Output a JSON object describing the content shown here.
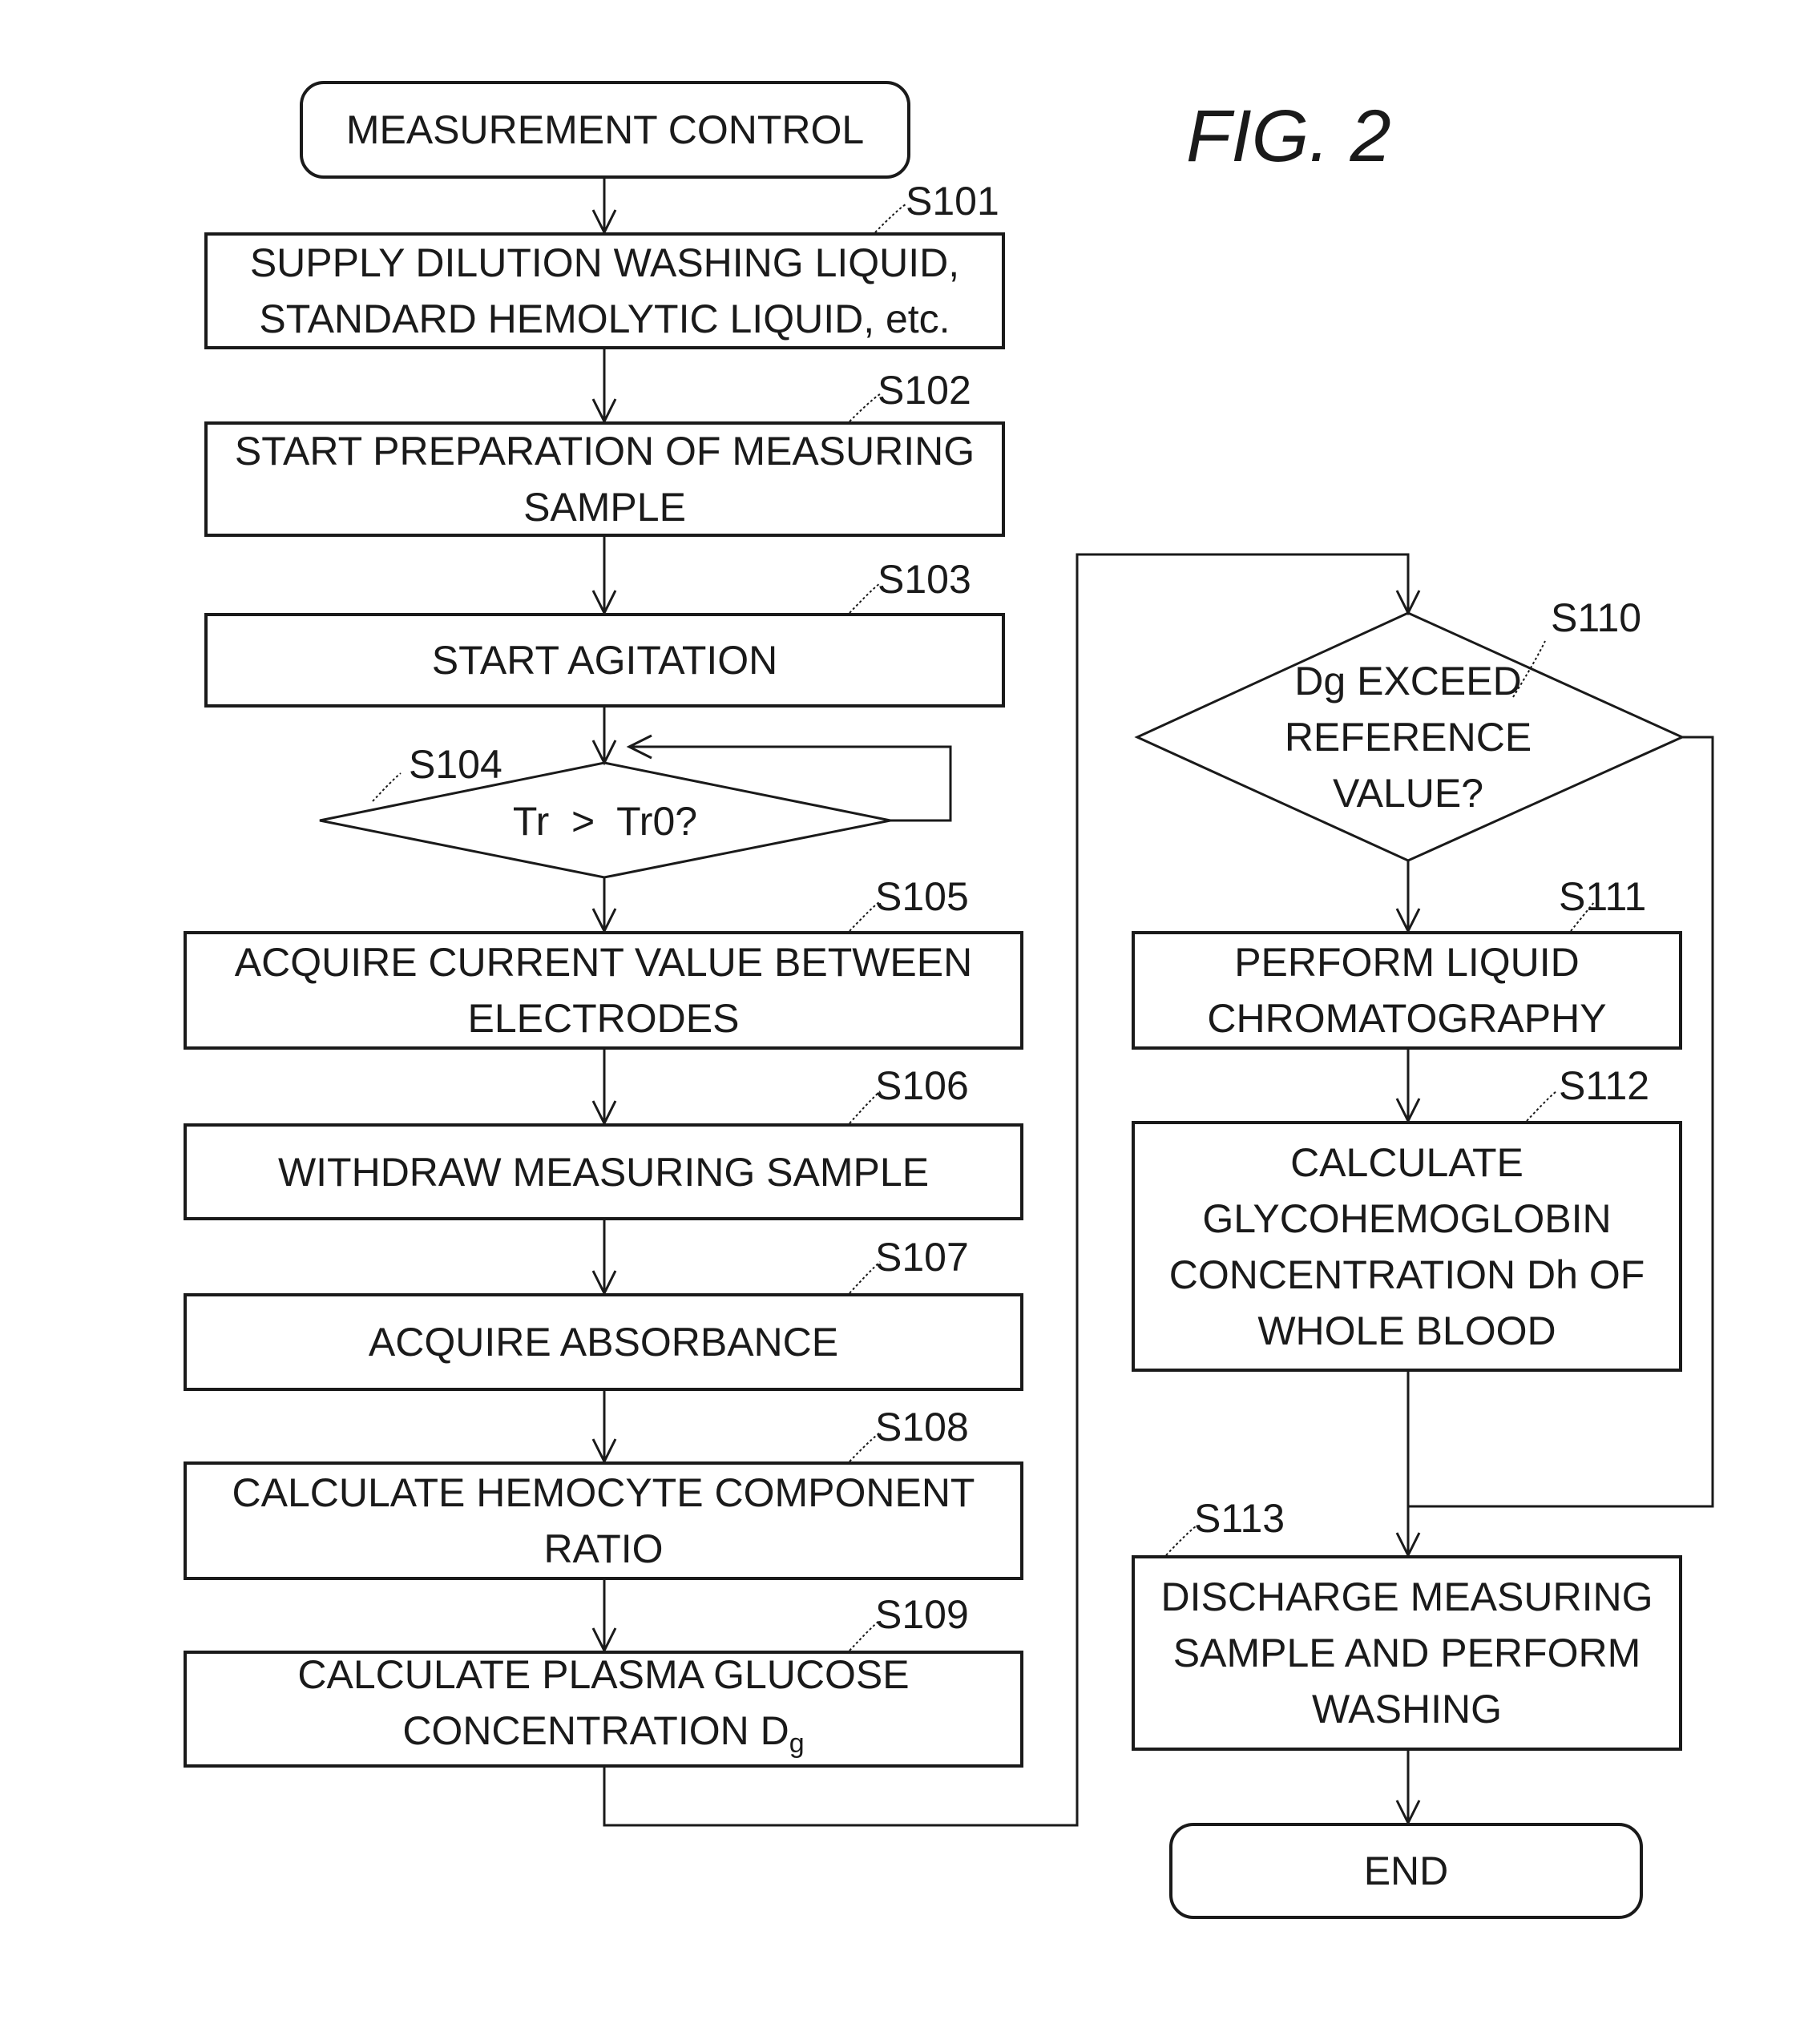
{
  "figure": {
    "title": "FIG. 2"
  },
  "start": {
    "label": "MEASUREMENT CONTROL"
  },
  "end": {
    "label": "END"
  },
  "steps": [
    {
      "id": "S101",
      "lines": [
        "SUPPLY DILUTION WASHING LIQUID,",
        "STANDARD HEMOLYTIC LIQUID, etc."
      ]
    },
    {
      "id": "S102",
      "lines": [
        "START PREPARATION OF MEASURING",
        "SAMPLE"
      ]
    },
    {
      "id": "S103",
      "lines": [
        "START AGITATION"
      ]
    },
    {
      "id": "S104",
      "lines": [
        "Tr  >  Tr0?"
      ],
      "type": "decision"
    },
    {
      "id": "S105",
      "lines": [
        "ACQUIRE CURRENT VALUE BETWEEN",
        "ELECTRODES"
      ]
    },
    {
      "id": "S106",
      "lines": [
        "WITHDRAW MEASURING SAMPLE"
      ]
    },
    {
      "id": "S107",
      "lines": [
        "ACQUIRE ABSORBANCE"
      ]
    },
    {
      "id": "S108",
      "lines": [
        "CALCULATE HEMOCYTE COMPONENT",
        "RATIO"
      ]
    },
    {
      "id": "S109",
      "lines": [
        "CALCULATE PLASMA GLUCOSE",
        "CONCENTRATION D"
      ],
      "subscript": "g"
    },
    {
      "id": "S110",
      "lines": [
        "Dg EXCEED",
        "REFERENCE",
        "VALUE?"
      ],
      "type": "decision"
    },
    {
      "id": "S111",
      "lines": [
        "PERFORM LIQUID",
        "CHROMATOGRAPHY"
      ]
    },
    {
      "id": "S112",
      "lines": [
        "CALCULATE",
        "GLYCOHEMOGLOBIN",
        "CONCENTRATION Dh OF",
        "WHOLE BLOOD"
      ]
    },
    {
      "id": "S113",
      "lines": [
        "DISCHARGE MEASURING",
        "SAMPLE AND PERFORM",
        "WASHING"
      ]
    }
  ]
}
